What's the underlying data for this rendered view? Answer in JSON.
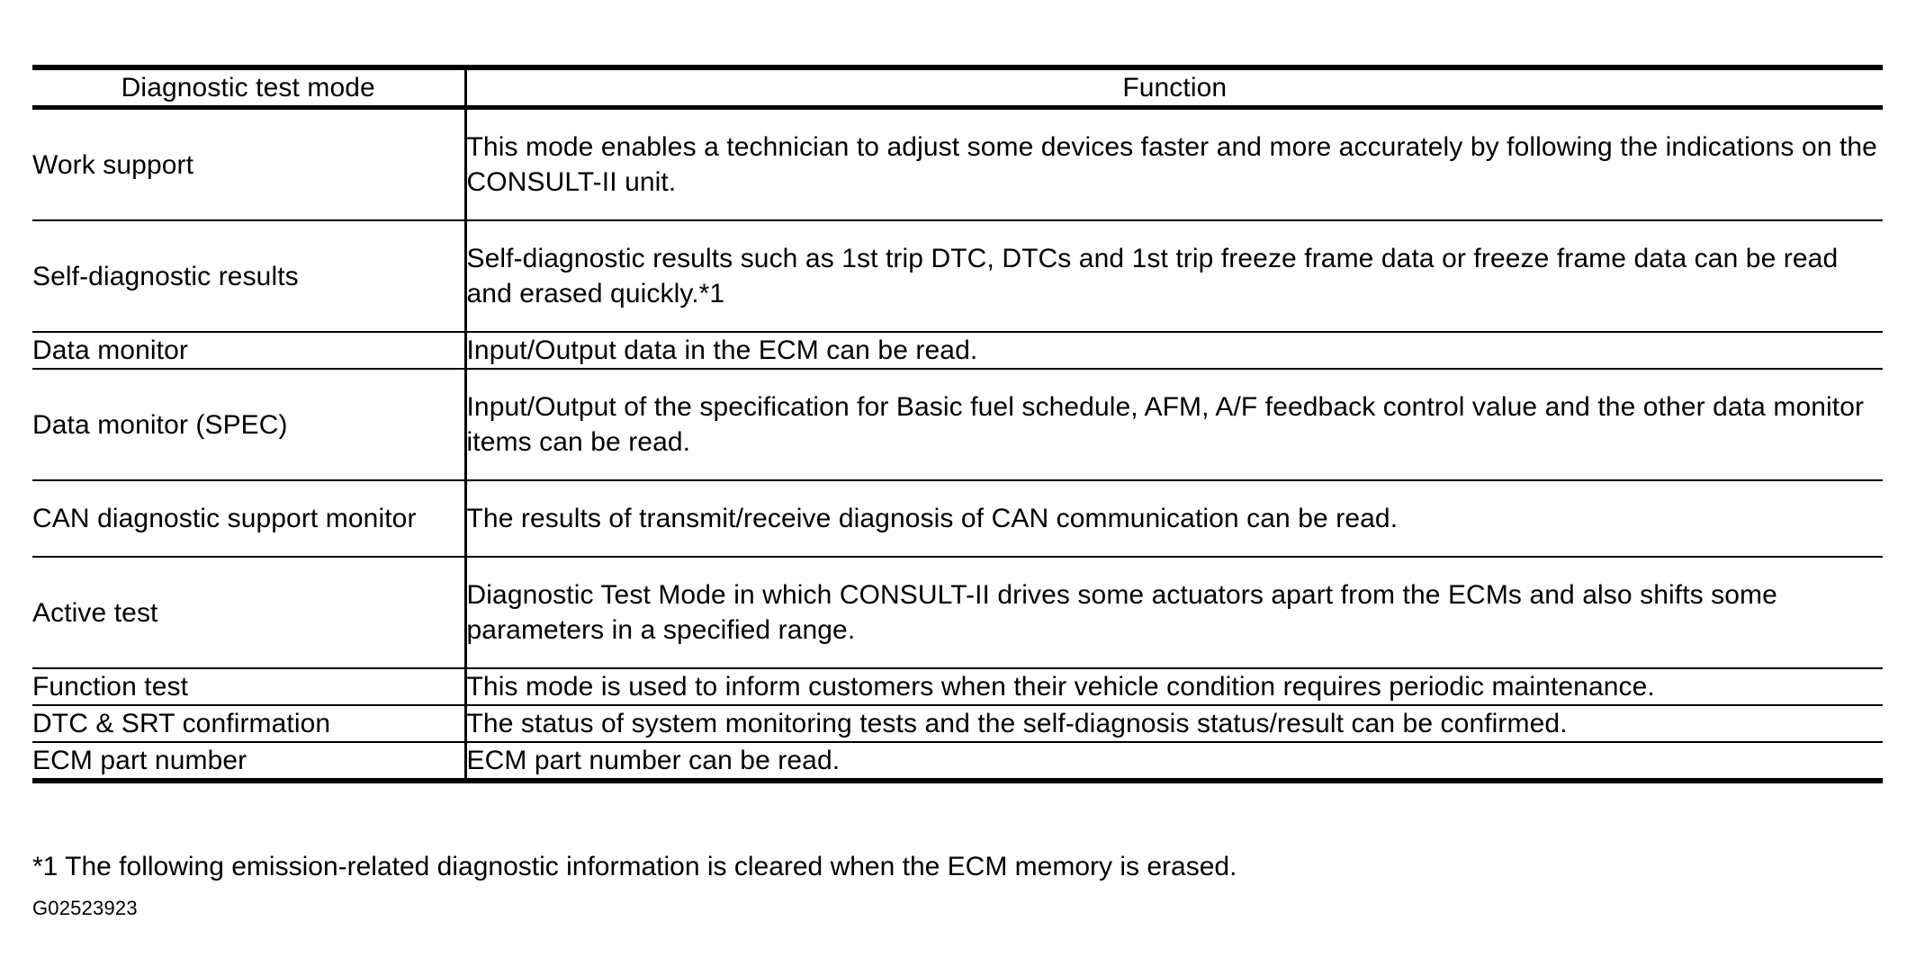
{
  "table": {
    "headers": {
      "mode": "Diagnostic test mode",
      "function": "Function"
    },
    "rows": [
      {
        "mode": "Work support",
        "function": "This mode enables a technician to adjust some devices faster and more accurately by following the indications on the CONSULT-II unit."
      },
      {
        "mode": "Self-diagnostic results",
        "function": "Self-diagnostic results such as 1st trip DTC, DTCs and 1st trip freeze frame data or freeze frame data can be read and erased quickly.*1"
      },
      {
        "mode": "Data monitor",
        "function": "Input/Output data in the ECM can be read."
      },
      {
        "mode": "Data monitor (SPEC)",
        "function": "Input/Output of the specification for Basic fuel schedule, AFM, A/F feedback control value and the other data monitor items can be read."
      },
      {
        "mode": "CAN diagnostic support monitor",
        "function": "The results of transmit/receive diagnosis of CAN communication can be read."
      },
      {
        "mode": "Active test",
        "function": "Diagnostic Test Mode in which CONSULT-II drives some actuators apart from the ECMs and also shifts some parameters in a specified range."
      },
      {
        "mode": "Function test",
        "function": "This mode is used to inform customers when their vehicle condition requires periodic maintenance."
      },
      {
        "mode": "DTC & SRT confirmation",
        "function": "The status of system monitoring tests and the self-diagnosis status/result can be confirmed."
      },
      {
        "mode": "ECM part number",
        "function": "ECM part number can be read."
      }
    ]
  },
  "footnote": "*1 The following emission-related diagnostic information is cleared when the ECM memory is erased.",
  "figure_code": "G02523923"
}
